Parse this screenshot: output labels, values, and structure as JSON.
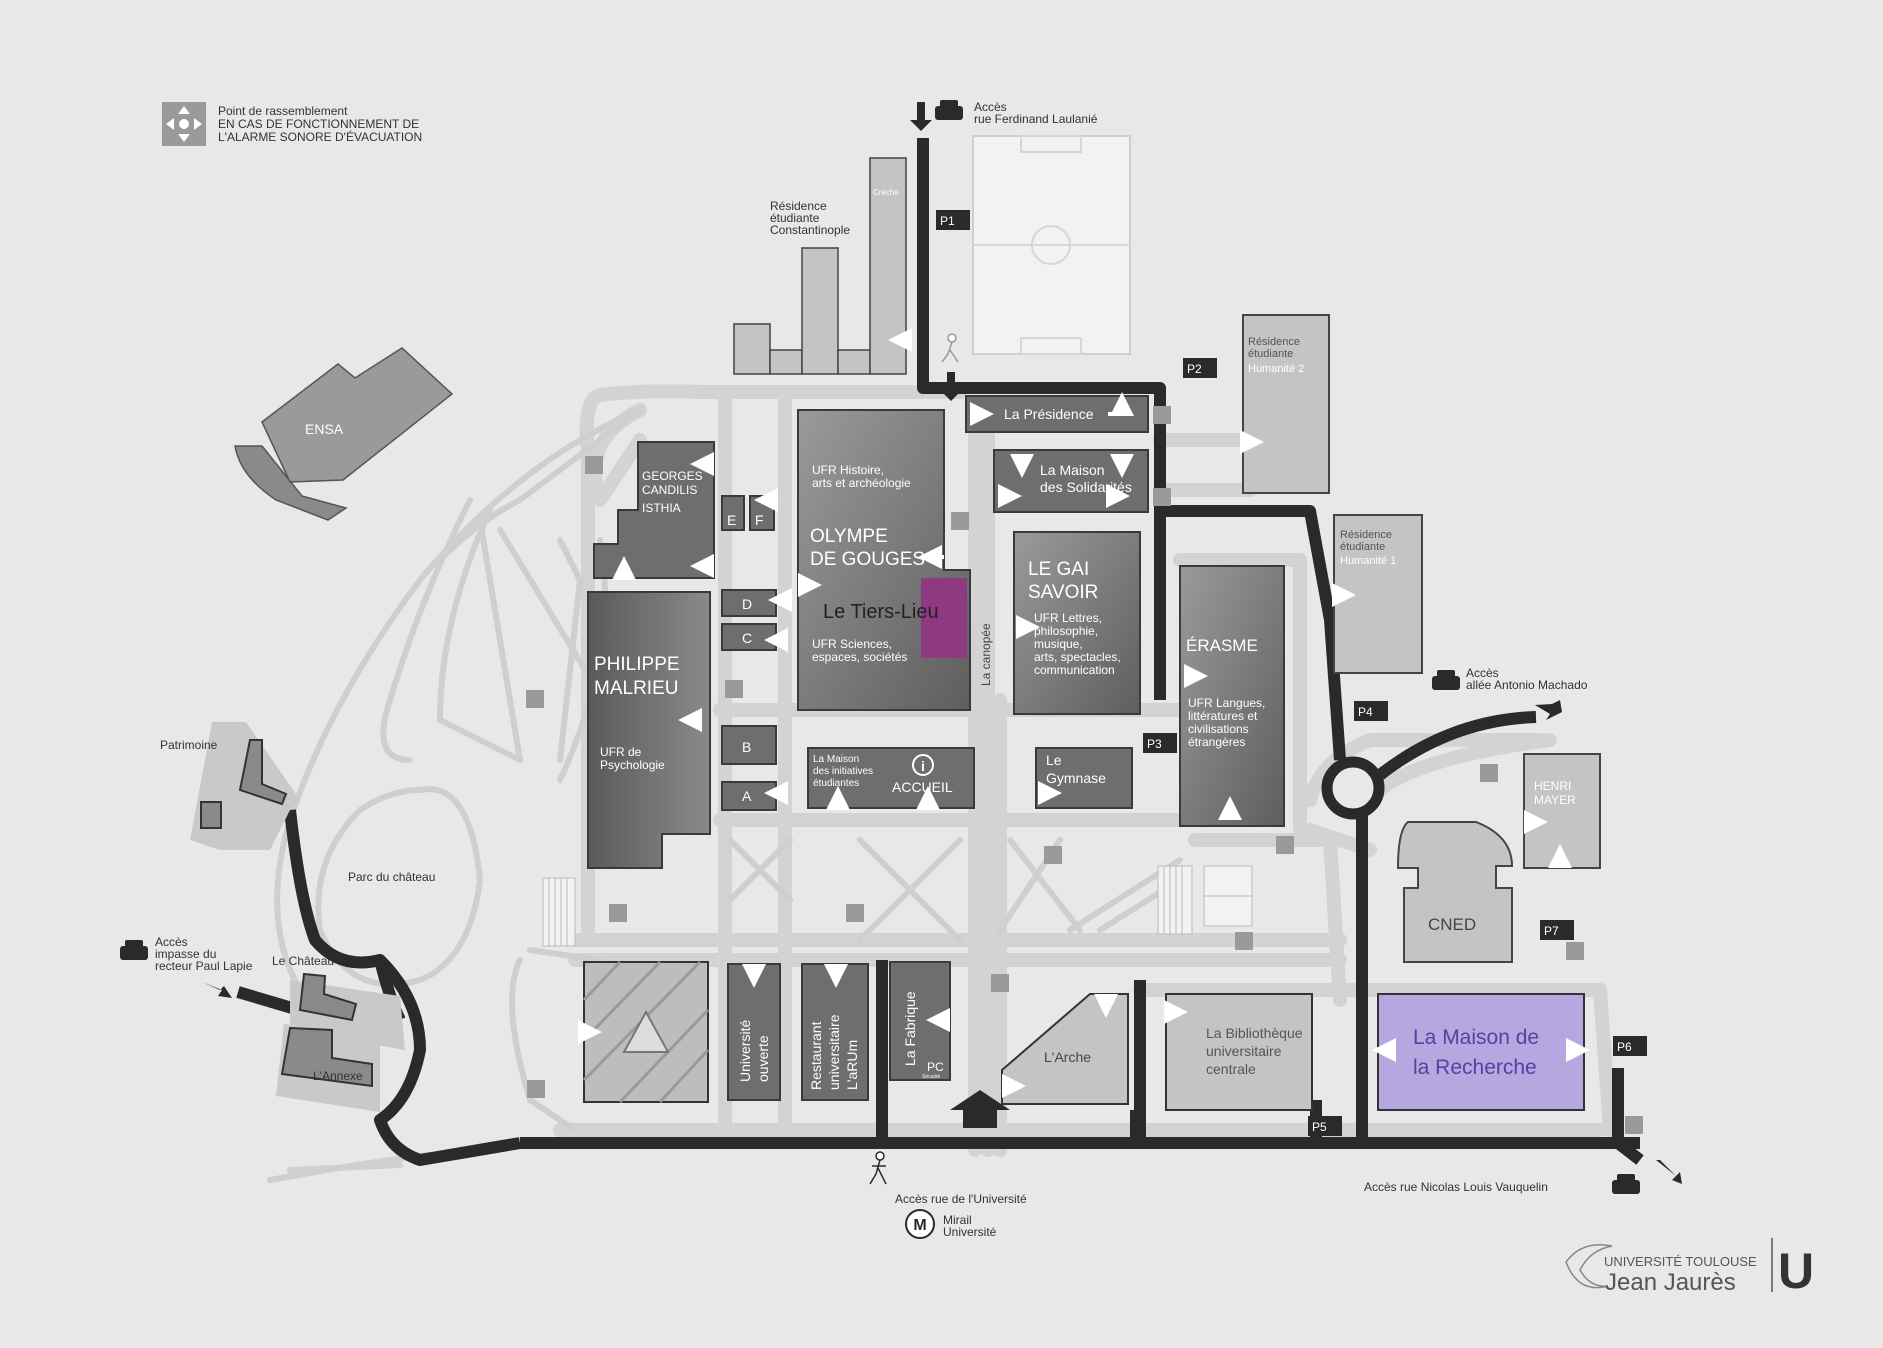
{
  "legend": {
    "line1": "Point de rassemblement",
    "line2": "EN CAS DE FONCTIONNEMENT DE",
    "line3": "L'ALARME SONORE D'ÉVACUATION"
  },
  "access": {
    "laulanie_1": "Accès",
    "laulanie_2": "rue Ferdinand Laulanié",
    "machado_1": "Accès",
    "machado_2": "allée Antonio Machado",
    "lapie_1": "Accès",
    "lapie_2": "impasse du",
    "lapie_3": "recteur Paul Lapie",
    "universite": "Accès rue de l'Université",
    "vauquelin": "Accès rue Nicolas Louis Vauquelin",
    "metro_1": "Mirail",
    "metro_2": "Université"
  },
  "parkings": [
    "P1",
    "P2",
    "P3",
    "P4",
    "P5",
    "P6",
    "P7"
  ],
  "places": {
    "ensa": "ENSA",
    "creche": "Crèche",
    "constantinople_1": "Résidence",
    "constantinople_2": "étudiante",
    "constantinople_3": "Constantinople",
    "humanite2_1": "Résidence",
    "humanite2_2": "étudiante",
    "humanite2_3": "Humanité 2",
    "humanite1_1": "Résidence",
    "humanite1_2": "étudiante",
    "humanite1_3": "Humanité 1",
    "presidence": "La Présidence",
    "solidarites_1": "La Maison",
    "solidarites_2": "des Solidarités",
    "candilis_1": "GEORGES",
    "candilis_2": "CANDILIS",
    "candilis_3": "ISTHIA",
    "e": "E",
    "f": "F",
    "d": "D",
    "c": "C",
    "b": "B",
    "a": "A",
    "olympe_ufr_1": "UFR Histoire,",
    "olympe_ufr_2": "arts et archéologie",
    "olympe_1": "OLYMPE",
    "olympe_2": "DE GOUGES",
    "tiers_lieu": "Le Tiers-Lieu",
    "olympe_sci_1": "UFR Sciences,",
    "olympe_sci_2": "espaces, sociétés",
    "canopee": "La canopée",
    "gai_1": "LE GAI",
    "gai_2": "SAVOIR",
    "gai_ufr_1": "UFR Lettres,",
    "gai_ufr_2": "philosophie,",
    "gai_ufr_3": "musique,",
    "gai_ufr_4": "arts, spectacles,",
    "gai_ufr_5": "communication",
    "erasme": "ÉRASME",
    "erasme_ufr_1": "UFR Langues,",
    "erasme_ufr_2": "littératures et",
    "erasme_ufr_3": "civilisations",
    "erasme_ufr_4": "étrangères",
    "malrieu_1": "PHILIPPE",
    "malrieu_2": "MALRIEU",
    "malrieu_ufr_1": "UFR de",
    "malrieu_ufr_2": "Psychologie",
    "initiatives_1": "La Maison",
    "initiatives_2": "des initiatives",
    "initiatives_3": "étudiantes",
    "accueil": "ACCUEIL",
    "gymnase_1": "Le",
    "gymnase_2": "Gymnase",
    "henri_1": "HENRI",
    "henri_2": "MAYER",
    "cned": "CNED",
    "patrimoine": "Patrimoine",
    "parc": "Parc du château",
    "chateau": "Le Château",
    "annexe": "L'Annexe",
    "univ_ouverte_1": "Université",
    "univ_ouverte_2": "ouverte",
    "restaurant_1": "Restaurant",
    "restaurant_2": "universitaire",
    "restaurant_3": "L'aRUm",
    "fabrique": "La Fabrique",
    "pc": "PC",
    "pc_sub": "Sécurité",
    "arche": "L'Arche",
    "biblio_1": "La Bibliothèque",
    "biblio_2": "universitaire",
    "biblio_3": "centrale",
    "recherche_1": "La Maison de",
    "recherche_2": "la Recherche"
  },
  "logo": {
    "line1": "UNIVERSITÉ TOULOUSE",
    "line2": "Jean Jaurès",
    "mark": "U"
  },
  "colors": {
    "background": "#e8e8e8",
    "tiers_lieu": "#8e3a82",
    "recherche": "#b5a7e0",
    "recherche_text": "#5a3fa0",
    "road": "#2a2a2a"
  }
}
